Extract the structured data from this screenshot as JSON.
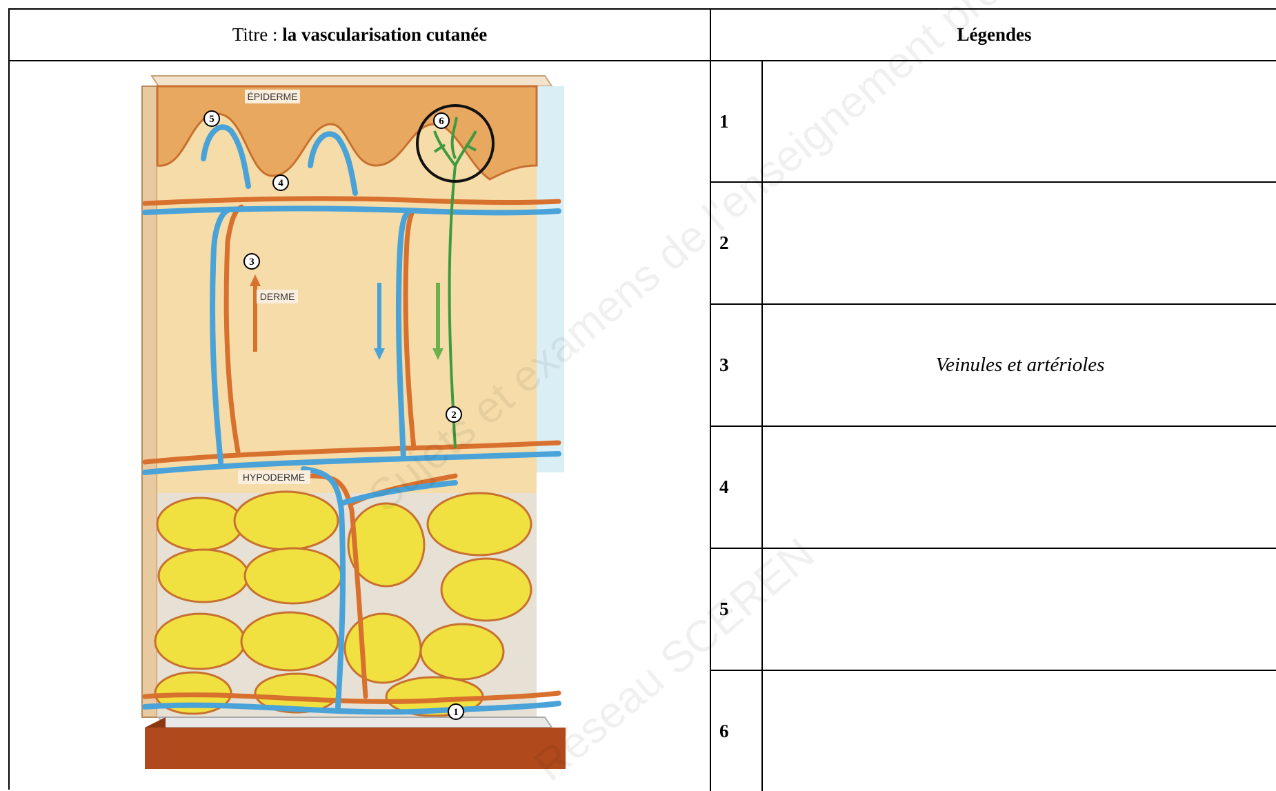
{
  "header": {
    "title_prefix": "Titre : ",
    "title_bold": "la vascularisation cutanée",
    "legend_title": "Légendes"
  },
  "figure": {
    "labels": {
      "epiderme": "ÉPIDERME",
      "derme": "DERME",
      "hypoderme": "HYPODERME"
    },
    "markers": [
      "1",
      "2",
      "3",
      "4",
      "5",
      "6"
    ]
  },
  "legend_rows": [
    {
      "number": "1",
      "value": ""
    },
    {
      "number": "2",
      "value": ""
    },
    {
      "number": "3",
      "value": "Veinules et artérioles"
    },
    {
      "number": "4",
      "value": ""
    },
    {
      "number": "5",
      "value": ""
    },
    {
      "number": "6",
      "value": ""
    }
  ],
  "watermark": {
    "line1": "Sujets et examens de l'enseignement professionnel",
    "line2": "Réseau SCEREN"
  },
  "colors": {
    "artery": "#d8702e",
    "vein": "#4aa3d8",
    "lymph": "#3f9a3f",
    "epidermis": "#e8a860",
    "dermis": "#f5dca8",
    "fat": "#f0e040",
    "base": "#b04a1c"
  }
}
